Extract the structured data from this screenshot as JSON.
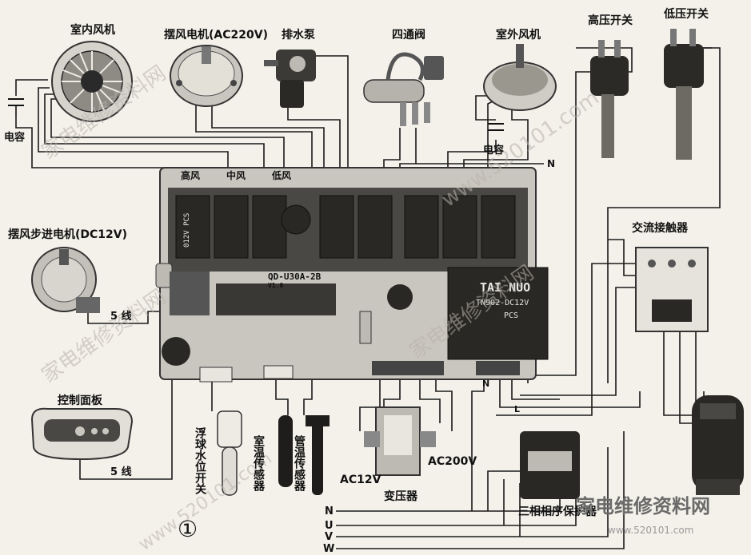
{
  "labels": {
    "indoor_fan": "室内风机",
    "swing_motor_ac": "摆风电机(AC220V)",
    "drain_pump": "排水泵",
    "four_way_valve": "四通阀",
    "outdoor_fan": "室外风机",
    "high_pressure_switch": "高压开关",
    "low_pressure_switch": "低压开关",
    "capacitor_left": "电容",
    "capacitor_right": "电容",
    "swing_stepper_dc": "摆风步进电机(DC12V)",
    "five_wire_1": "5 线",
    "five_wire_2": "5 线",
    "control_panel": "控制面板",
    "float_switch": "浮球水位开关",
    "room_temp_sensor": "室温传感器",
    "pipe_temp_sensor": "管温传感器",
    "transformer": "变压器",
    "ac12v": "AC12V",
    "ac200v": "AC200V",
    "ac_contactor": "交流接触器",
    "three_phase_protector": "三相相序保护器",
    "speed_high": "高风",
    "speed_mid": "中风",
    "speed_low": "低风",
    "wire_n_top": "N",
    "wire_n_mid": "N",
    "wire_l": "L",
    "bus_n": "N",
    "bus_u": "U",
    "bus_v": "V",
    "bus_w": "W",
    "figure_number": "①",
    "watermark_site": "家电维修资料网",
    "watermark_url": "www.520101.com",
    "board_model": "QD-U30A-2B",
    "board_version": "V1.0",
    "relay_brand": "TAI NUO",
    "relay_model": "TN902-DC12V",
    "relay_text": "PCS",
    "small_relay_text": "012V PCS"
  }
}
